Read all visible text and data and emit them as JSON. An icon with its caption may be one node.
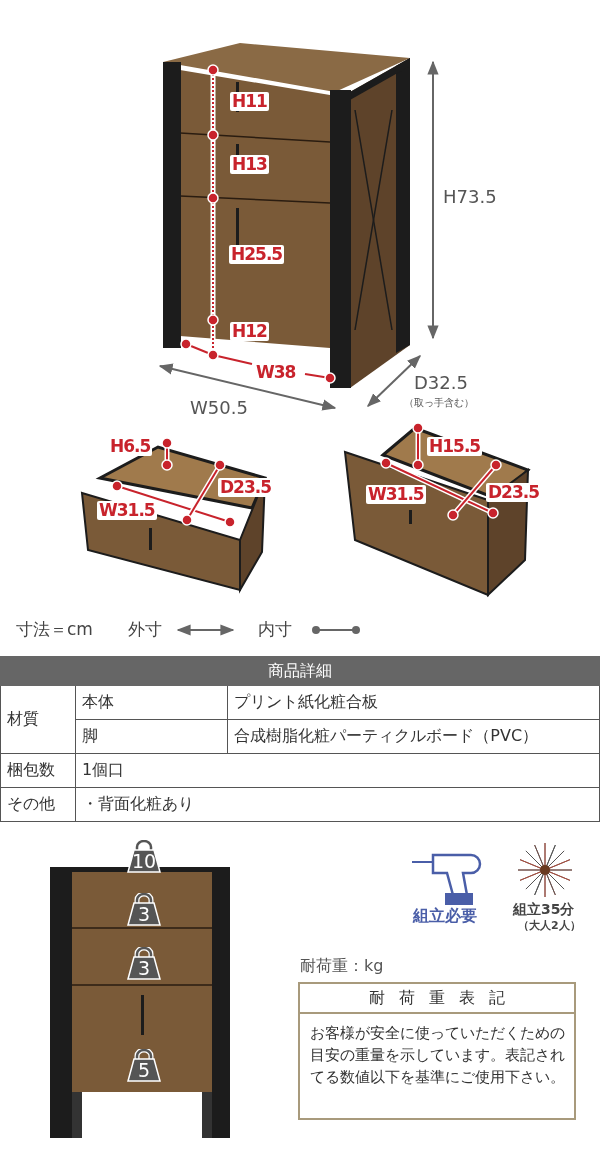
{
  "diagram": {
    "nodes": [
      {
        "text": [
          "10"
        ]
      },
      {
        "text": [
          "3"
        ]
      },
      {
        "text": [
          "3"
        ]
      },
      {
        "text": [
          "5"
        ]
      },
      {
        "text": [
          "耐荷重表記",
          "お客様が安全に使っていただくための目安の重量を示しています。表記されてる数値以下を基準にご使用下さい。"
        ],
        "beside": [
          "耐荷重：kg"
        ]
      }
    ],
    "labels": [
      "H11",
      "H13",
      "H25.5",
      "H12",
      "W38",
      "H73.5",
      "W50.5",
      "D32.5",
      "（取っ手含む）",
      "H6.5",
      "D23.5",
      "W31.5",
      "H15.5",
      "W31.5",
      "D23.5",
      "寸法＝cm",
      "商品詳細",
      "材質",
      "本体",
      "プリント紙化粧合板",
      "脚",
      "合成樹脂化粧パーティクルボード（PVC）",
      "梱包数",
      "1個口",
      "その他",
      "・背面化粧あり",
      "組立必要",
      "組立35分",
      "（大人2人）"
    ],
    "legend": [
      {
        "text": "外寸"
      },
      {
        "text": "内寸"
      }
    ]
  }
}
